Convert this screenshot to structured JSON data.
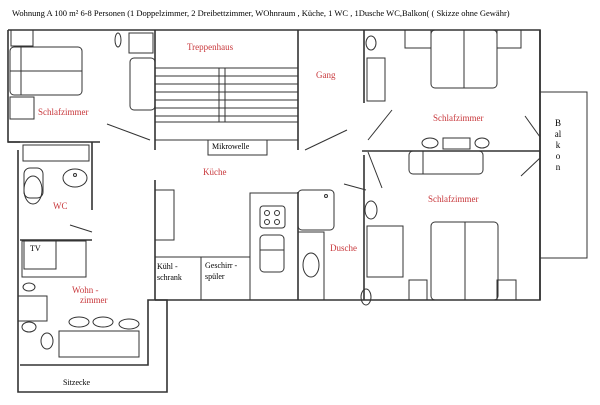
{
  "title": "Wohnung A 100 m² 6-8 Personen (1 Doppelzimmer, 2 Dreibettzimmer, WOhnraum , Küche, 1 WC , 1Dusche WC,Balkon( ( Skizze ohne Gewähr)",
  "rooms": {
    "treppenhaus": "Treppenhaus",
    "gang": "Gang",
    "schlafzimmer_left": "Schlafzimmer",
    "schlafzimmer_top_right": "Schlafzimmer",
    "schlafzimmer_bottom_right": "Schlafzimmer",
    "kueche": "Küche",
    "wc": "WC",
    "dusche": "Dusche",
    "wohnzimmer_1": "Wohn -",
    "wohnzimmer_2": "zimmer",
    "balkon": "Balkon"
  },
  "furniture": {
    "mikrowelle": "Mikrowelle",
    "tv": "TV",
    "kuehlschrank_1": "Kühl -",
    "kuehlschrank_2": "schrank",
    "geschirrspueler_1": "Geschirr -",
    "geschirrspueler_2": "spüler",
    "sitzecke": "Sitzecke"
  },
  "colors": {
    "room_label": "#c8383c",
    "lines": "#333333"
  }
}
